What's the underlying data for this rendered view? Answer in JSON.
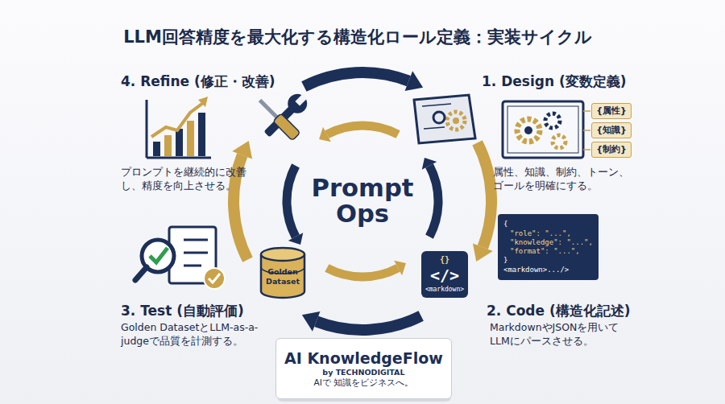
{
  "diagram": {
    "title": "LLM回答精度を最大化する構造化ロール定義：実装サイクル",
    "nodes": [
      {
        "text": [
          "{属性}"
        ]
      },
      {
        "text": [
          "{知識}"
        ]
      },
      {
        "text": [
          "{制約}"
        ]
      },
      {
        "text": [
          "{",
          "\"role\": \"...\",",
          "\"knowledge\": \"...\",",
          "\"format\": \"...\",",
          "}",
          "<markdown>.../>"
        ]
      },
      {
        "text": [
          "Prompt Ops"
        ]
      },
      {
        "text": [
          "Golden Dataset"
        ]
      },
      {
        "text": [
          "{}",
          "</>",
          "<markdown>"
        ]
      },
      {
        "text": [
          "AI KnowledgeFlow",
          "by TECHNODIGITAL",
          "AIで 知識をビジネスへ。"
        ]
      }
    ],
    "labels": [
      "4. Refine (修正・改善)",
      "プロンプトを継続的に改善し、精度を向上させる。",
      "1. Design (変数定義)",
      "属性、知識、制約、トーン、ゴールを明確にする。",
      "3. Test (自動評価)",
      "Golden DatasetとLLM-as-a-judgeで品質を計測する。",
      "2. Code (構造化記述)",
      "MarkdownやJSONを用いてLLMにパースさせる。"
    ]
  }
}
